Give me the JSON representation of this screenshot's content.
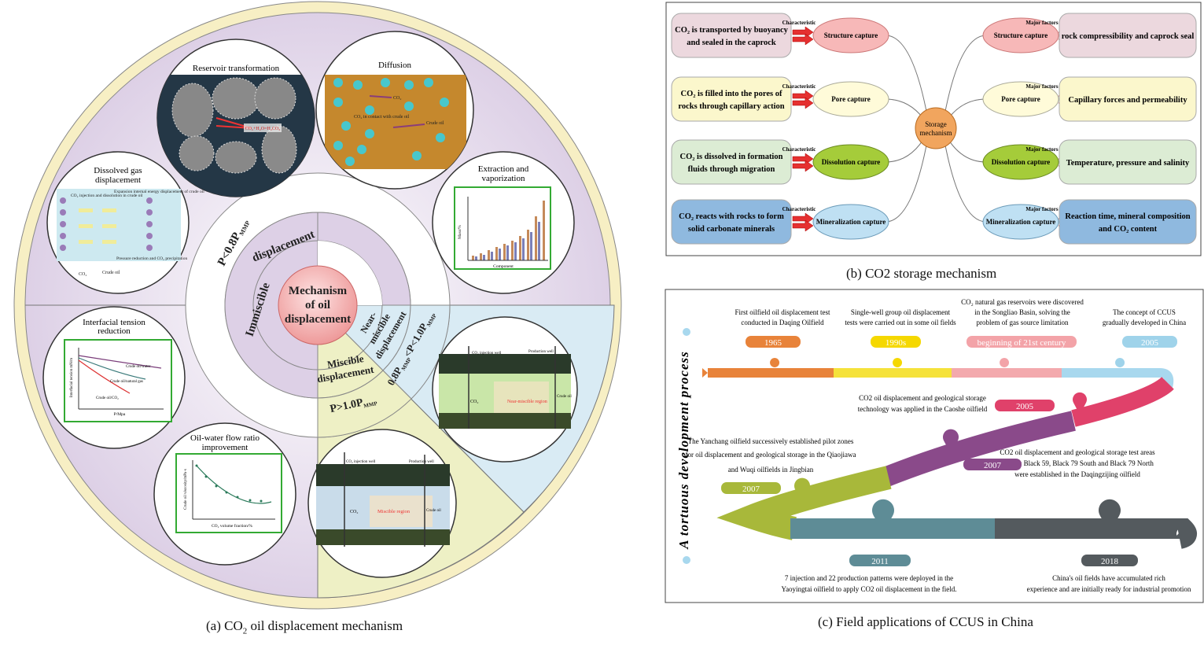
{
  "captions": {
    "a_prefix": "(a)  CO",
    "a_sub": "2",
    "a_suffix": " oil displacement mechanism",
    "b": "(b)  CO2 storage mechanism",
    "c": "(c)  Field applications of CCUS in China"
  },
  "panel_a": {
    "center": [
      "Mechanism",
      "of oil",
      "displacement"
    ],
    "regimes": {
      "immiscible_1": "Immiscible",
      "immiscible_2": "displacement",
      "miscible_1": "Miscible",
      "miscible_2": "displacement",
      "near_1": "Near-",
      "near_2": "miscible",
      "near_3": "displacement"
    },
    "pressures": {
      "low": "P<0.8P",
      "low_sub": "MMP",
      "mid": "0.8P",
      "mid_sub1": "MMP",
      "mid_mid": "<P<1.0P",
      "mid_sub2": "MMP",
      "high": "P>1.0P",
      "high_sub": "MMP"
    },
    "mechanisms": {
      "reservoir": "Reservoir transformation",
      "reservoir_label": "CO₂+H₂O=H₂CO₃",
      "diffusion": "Diffusion",
      "diffusion_co2": "CO₂",
      "diffusion_contact": "CO₂ in contact with crude oil",
      "diffusion_oil": "Crude oil",
      "dissolved_1": "Dissolved gas",
      "dissolved_2": "displacement",
      "dissolved_l1": "CO₂ injection and dissolution in crude oil",
      "dissolved_l2": "Expansion internal energy displacement of crude oil",
      "dissolved_l3": "Pressure reduction and CO₂ precipitation",
      "dissolved_l4": "CO₂",
      "dissolved_l5": "Crude oil",
      "extraction_1": "Extraction and",
      "extraction_2": "vaporization",
      "extraction_x": "Component",
      "extraction_y": "Mass/%",
      "ift_1": "Interfacial tension",
      "ift_2": "reduction",
      "ift_x": "P/Mpa",
      "ift_y": "Interfacial tension mN/m",
      "ift_s1": "Crude oil/water",
      "ift_s2": "Crude oil/natural gas",
      "ift_s3": "Crude oil/CO₂",
      "flow_1": "Oil-water flow ratio",
      "flow_2": "improvement",
      "flow_x": "CO₂ volume fraction/%",
      "flow_y": "Crude oil viscosity/mPa·s",
      "near_region": "Near-miscible region",
      "miscible_region": "Miscible region",
      "injection_well": "CO₂ injection well",
      "production_well": "Production well",
      "crude_oil": "Crude oil",
      "co2": "CO₂"
    }
  },
  "panel_b": {
    "center": [
      "Storage",
      "mechanism"
    ],
    "char_label": "Characteristic",
    "factor_label": "Major factors",
    "rows": [
      {
        "left": [
          "CO₂ is transported by buoyancy",
          "and sealed in the caprock"
        ],
        "cap_left": "Structure capture",
        "cap_right": "Structure capture",
        "right": [
          "rock compressibility and caprock seal"
        ],
        "fill": "#ecd8de",
        "capfill": "#f7b8b8",
        "capstroke": "#c77"
      },
      {
        "left": [
          "CO₂ is filled into the pores of",
          "rocks through capillary action"
        ],
        "cap_left": "Pore capture",
        "cap_right": "Pore capture",
        "right": [
          "Capillary forces and permeability"
        ],
        "fill": "#fbf7cc",
        "capfill": "#fffbd9",
        "capstroke": "#aa9"
      },
      {
        "left": [
          "CO₂ is dissolved in formation",
          "fluids through migration"
        ],
        "cap_left": "Dissolution capture",
        "cap_right": "Dissolution capture",
        "right": [
          "Temperature, pressure and salinity"
        ],
        "fill": "#dcecd4",
        "capfill": "#a5cc3a",
        "capstroke": "#6a8a20"
      },
      {
        "left": [
          "CO₂ reacts with rocks to form",
          "solid carbonate minerals"
        ],
        "cap_left": "Mineralization capture",
        "cap_right": "Mineralization capture",
        "right": [
          "Reaction time, mineral composition",
          "and CO₂ content"
        ],
        "fill": "#8fb9df",
        "capfill": "#bfe0f3",
        "capstroke": "#6a9ab8"
      }
    ]
  },
  "panel_c": {
    "vertical_title": "A tortuous development process",
    "events": [
      {
        "year": "1965",
        "text": [
          "First oilfield oil displacement test",
          "conducted in Daqing Oilfield"
        ],
        "color": "#e8833a"
      },
      {
        "year": "1990s",
        "text": [
          "Single-well group oil displacement",
          "tests were carried out in some oil fields"
        ],
        "color": "#f5d800"
      },
      {
        "year": "beginning of 21st century",
        "text": [
          "CO₂ natural gas reservoirs were discovered",
          "in the Songliao Basin, solving the",
          "problem of gas source limitation"
        ],
        "color": "#f3a3a8"
      },
      {
        "year": "2005",
        "text": [
          "The concept of CCUS",
          "gradually developed in China"
        ],
        "color": "#9fd3ea"
      },
      {
        "year": "2005",
        "text": [
          "CO2 oil displacement and geological storage",
          "technology was applied in the Caoshe oilfield"
        ],
        "color": "#e0416a"
      },
      {
        "year": "2007",
        "text": [
          "CO2 oil displacement and geological storage test areas",
          "such as Black 59, Black 79 South and Black 79 North",
          "were established in the Daqingzijing oilfield"
        ],
        "color": "#8a4a8a"
      },
      {
        "year": "2007",
        "text": [
          "The Yanchang oilfield successively established pilot zones",
          "for oil displacement and geological storage in the Qiaojiawa",
          "and Wuqi oilfields in Jingbian"
        ],
        "color": "#a8b83a"
      },
      {
        "year": "2011",
        "text": [
          "7 injection and 22 production patterns were deployed in the",
          "Yaoyingtai oilfield to apply CO2 oil displacement in the field."
        ],
        "color": "#5e8c96"
      },
      {
        "year": "2018",
        "text": [
          "China's oil fields have accumulated rich",
          "experience and are initially ready for industrial promotion"
        ],
        "color": "#545a5e"
      }
    ]
  }
}
